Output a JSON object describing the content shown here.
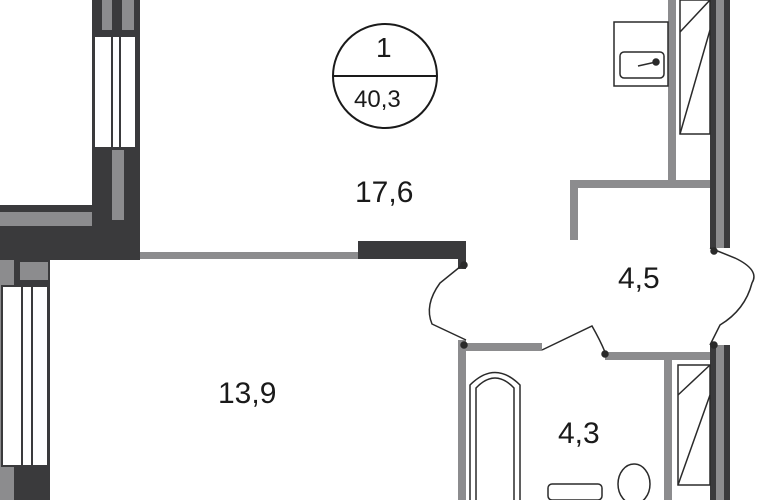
{
  "apartment": {
    "number": "1",
    "total_area": "40,3"
  },
  "rooms": [
    {
      "id": "living-kitchen",
      "area": "17,6"
    },
    {
      "id": "bedroom",
      "area": "13,9"
    },
    {
      "id": "hallway",
      "area": "4,5"
    },
    {
      "id": "bathroom",
      "area": "4,3"
    }
  ],
  "colors": {
    "wall_dark": "#3a3a3c",
    "wall_grey": "#8c8c8e",
    "fixture_line": "#2a2a2a",
    "background": "#ffffff"
  }
}
